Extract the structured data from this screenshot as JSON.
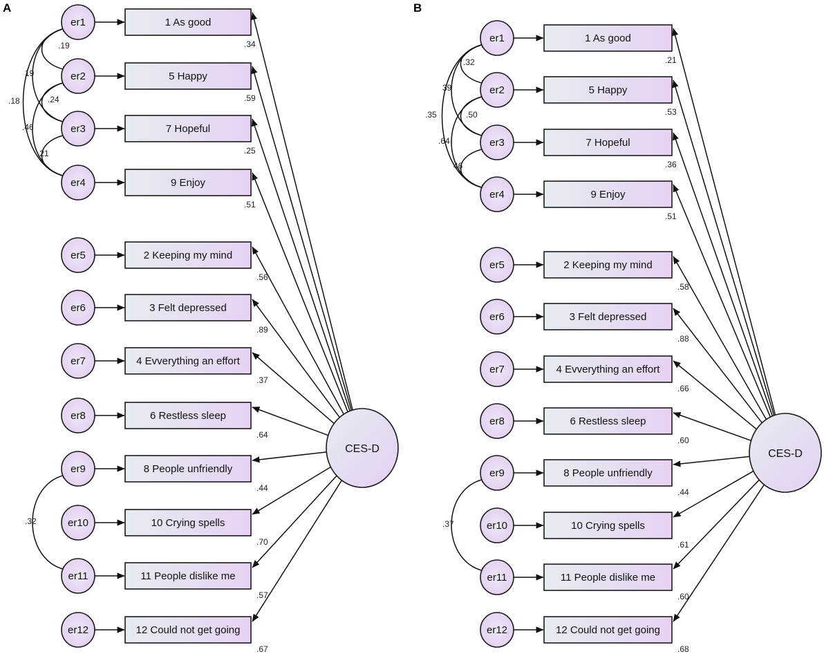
{
  "panels": [
    {
      "label": "A",
      "latent": "CES-D",
      "items": [
        {
          "error": "er1",
          "label": "1 As good",
          "loading": ".34"
        },
        {
          "error": "er2",
          "label": "5 Happy",
          "loading": ".59"
        },
        {
          "error": "er3",
          "label": "7 Hopeful",
          "loading": ".25"
        },
        {
          "error": "er4",
          "label": "9 Enjoy",
          "loading": ".51"
        },
        {
          "error": "er5",
          "label": "2 Keeping my mind",
          "loading": ".56"
        },
        {
          "error": "er6",
          "label": "3 Felt depressed",
          "loading": ".89"
        },
        {
          "error": "er7",
          "label": "4 Evverything an effort",
          "loading": ".37"
        },
        {
          "error": "er8",
          "label": "6 Restless sleep",
          "loading": ".64"
        },
        {
          "error": "er9",
          "label": "8 People unfriendly",
          "loading": ".44"
        },
        {
          "error": "er10",
          "label": "10 Crying spells",
          "loading": ".70"
        },
        {
          "error": "er11",
          "label": "11 People dislike me",
          "loading": ".57"
        },
        {
          "error": "er12",
          "label": "12 Could not get going",
          "loading": ".67"
        }
      ],
      "covariances": [
        {
          "from": "er1",
          "to": "er2",
          "value": ".19"
        },
        {
          "from": "er1",
          "to": "er3",
          "value": "19"
        },
        {
          "from": "er1",
          "to": "er4",
          "value": ".18"
        },
        {
          "from": "er2",
          "to": "er3",
          "value": ".24"
        },
        {
          "from": "er2",
          "to": "er4",
          "value": ".46"
        },
        {
          "from": "er3",
          "to": "er4",
          "value": ".21"
        },
        {
          "from": "er9",
          "to": "er11",
          "value": ".32"
        }
      ]
    },
    {
      "label": "B",
      "latent": "CES-D",
      "items": [
        {
          "error": "er1",
          "label": "1 As good",
          "loading": ".21"
        },
        {
          "error": "er2",
          "label": "5 Happy",
          "loading": ".53"
        },
        {
          "error": "er3",
          "label": "7 Hopeful",
          "loading": ".36"
        },
        {
          "error": "er4",
          "label": "9 Enjoy",
          "loading": ".51"
        },
        {
          "error": "er5",
          "label": "2 Keeping my mind",
          "loading": ".58"
        },
        {
          "error": "er6",
          "label": "3 Felt depressed",
          "loading": ".88"
        },
        {
          "error": "er7",
          "label": "4 Evverything an effort",
          "loading": ".66"
        },
        {
          "error": "er8",
          "label": "6 Restless sleep",
          "loading": ".60"
        },
        {
          "error": "er9",
          "label": "8 People unfriendly",
          "loading": ".44"
        },
        {
          "error": "er10",
          "label": "10 Crying spells",
          "loading": ".61"
        },
        {
          "error": "er11",
          "label": "11 People dislike me",
          "loading": ".60"
        },
        {
          "error": "er12",
          "label": "12 Could not get going",
          "loading": ".68"
        }
      ],
      "covariances": [
        {
          "from": "er1",
          "to": "er2",
          "value": ".32"
        },
        {
          "from": "er1",
          "to": "er3",
          "value": "39"
        },
        {
          "from": "er1",
          "to": "er4",
          "value": ".35"
        },
        {
          "from": "er2",
          "to": "er3",
          "value": ".50"
        },
        {
          "from": "er2",
          "to": "er4",
          "value": ".64"
        },
        {
          "from": "er3",
          "to": "er4",
          "value": "46"
        },
        {
          "from": "er9",
          "to": "er11",
          "value": ".37"
        }
      ]
    }
  ],
  "colors": {
    "node_fill_light": "#e6ecf0",
    "node_fill_purple": "#e6d2f2",
    "stroke": "#1a1a1a"
  }
}
